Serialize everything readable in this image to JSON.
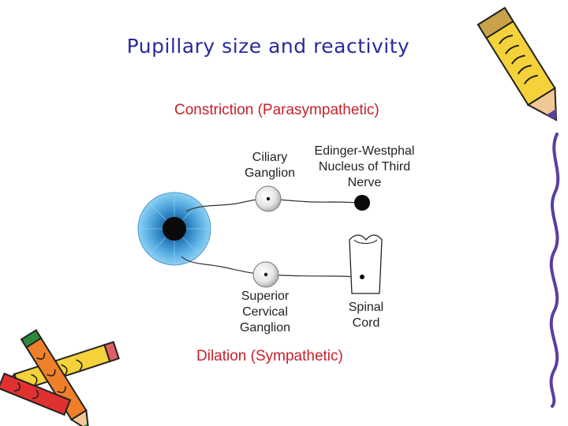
{
  "slide": {
    "title": "Pupillary size and reactivity"
  },
  "diagram": {
    "top_heading": "Constriction (Parasympathetic)",
    "bottom_heading": "Dilation (Sympathetic)",
    "heading_color": "#c8202a",
    "labels": {
      "ciliary_ganglion": "Ciliary\nGanglion",
      "edinger_westphal": "Edinger-Westphal\nNucleus of Third\nNerve",
      "superior_cervical": "Superior\nCervical\nGanglion",
      "spinal_cord": "Spinal\nCord"
    }
  },
  "decorations": {
    "top_right": "pencil-icon",
    "right_edge": "wavy-line",
    "bottom_left": "pencils-icon"
  }
}
